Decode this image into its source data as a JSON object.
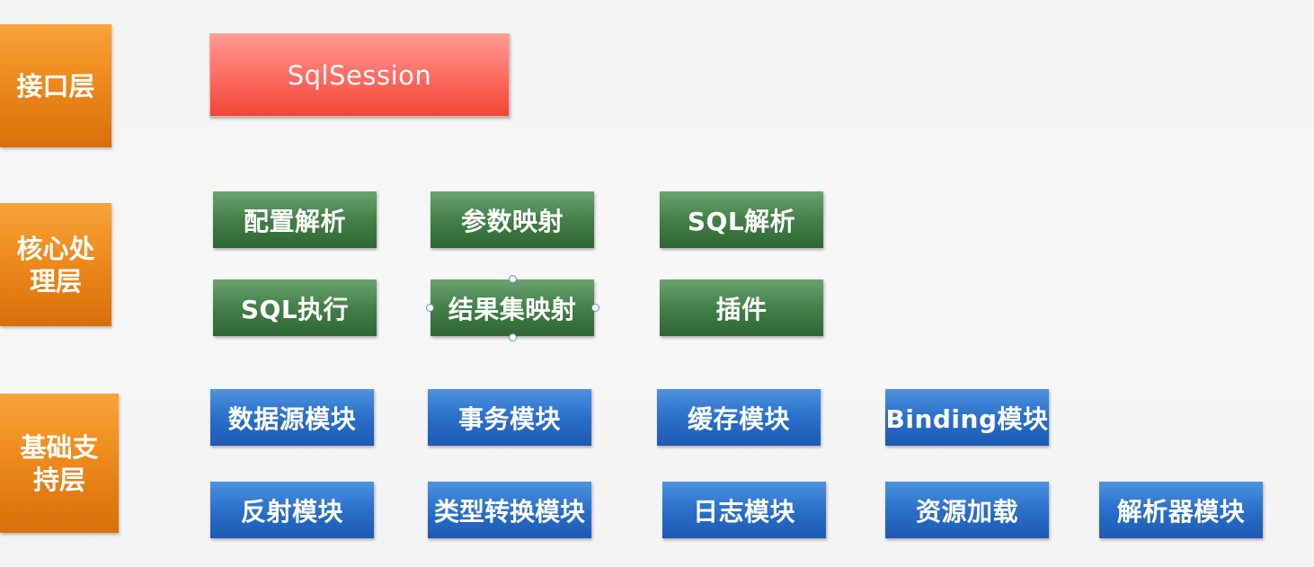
{
  "layers": {
    "interface": "接口层",
    "core": "核心处\n理层",
    "base": "基础支\n持层"
  },
  "interface_modules": [
    {
      "label": "SqlSession"
    }
  ],
  "core_modules": [
    {
      "label": "配置解析"
    },
    {
      "label": "参数映射"
    },
    {
      "label": "SQL解析"
    },
    {
      "label": "SQL执行"
    },
    {
      "label": "结果集映射"
    },
    {
      "label": "插件"
    }
  ],
  "base_modules": [
    {
      "label": "数据源模块"
    },
    {
      "label": "事务模块"
    },
    {
      "label": "缓存模块"
    },
    {
      "label": "Binding模块"
    },
    {
      "label": "反射模块"
    },
    {
      "label": "类型转换模块"
    },
    {
      "label": "日志模块"
    },
    {
      "label": "资源加载"
    },
    {
      "label": "解析器模块"
    }
  ],
  "colors": {
    "layer": "#ee8a1c",
    "interface_box": "#fd6e63",
    "core_box": "#447f48",
    "base_box": "#2a6fc9"
  }
}
